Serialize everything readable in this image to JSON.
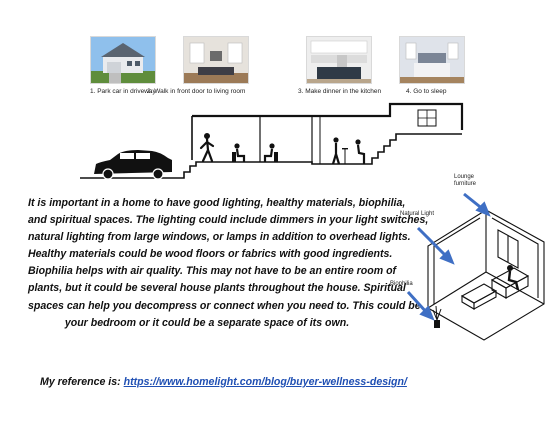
{
  "steps": [
    {
      "caption": "1. Park car in driveway"
    },
    {
      "caption": "2. Walk in front door to living room"
    },
    {
      "caption": "3. Make dinner in the kitchen"
    },
    {
      "caption": "4. Go to sleep"
    }
  ],
  "body_lines": [
    "It is important in a home to have good lighting, healthy materials, biophilia,",
    "and spiritual spaces. The lighting could include dimmers in your light switches,",
    "natural lighting from large windows, or lamps in addition to overhead lights.",
    "Healthy materials could be wood floors or fabrics with good ingredients.",
    "Biophilia helps with air quality. This may not have to be an entire room of",
    "plants, but it could be several house plants throughout the house. Spiritual",
    "spaces can help you decompress or connect when you need to. This could be",
    "your bedroom or it could be a separate space of its own."
  ],
  "reference": {
    "prefix": "My reference is: ",
    "link": "https://www.homelight.com/blog/buyer-wellness-design/"
  },
  "room_labels": {
    "lounge_line1": "Lounge",
    "lounge_line2": "furniture",
    "natural_light": "Natural Light",
    "biophilia": "Biophilia"
  },
  "colors": {
    "arrow_blue": "#3f6fc4",
    "link_blue": "#1f4fb3"
  }
}
